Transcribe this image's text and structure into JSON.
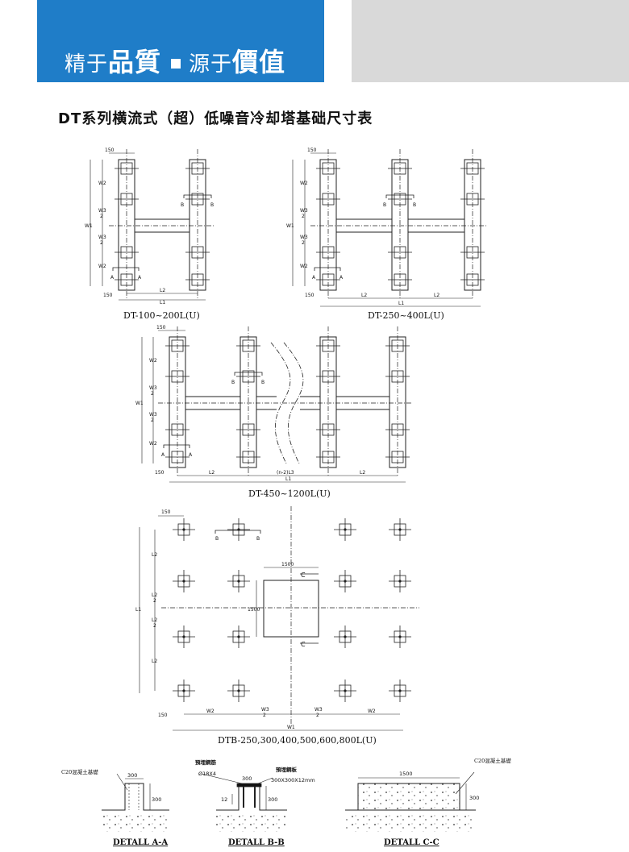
{
  "header": {
    "slogan_part1_small": "精于",
    "slogan_part1_big": "品質",
    "slogan_part2_small": "源于",
    "slogan_part2_big": "價值",
    "left_color": "#1f7dc8",
    "right_color": "#d9d9d9"
  },
  "page_title": "DT系列横流式（超）低噪音冷却塔基础尺寸表",
  "diagrams": {
    "d1": {
      "caption": "DT-100~200L(U)"
    },
    "d2": {
      "caption": "DT-250~400L(U)"
    },
    "d3": {
      "caption": "DT-450~1200L(U)"
    },
    "d4": {
      "caption": "DTB-250,300,400,500,600,800L(U)"
    }
  },
  "labels": {
    "dim150": "150",
    "w1": "W1",
    "w2": "W2",
    "w3_num": "W3",
    "w3_den": "2",
    "l1": "L1",
    "l2": "L2",
    "l2_num": "L2",
    "l2_den": "2",
    "n2l3": "(n-2)L3",
    "a": "A",
    "b": "B",
    "c": "C",
    "dim1500": "1500",
    "dim300": "300",
    "dim12": "12",
    "c20": "C20混凝土基礎",
    "embedded_rebar": "預埋鋼筋",
    "rebar_spec": "Ø18X4",
    "embedded_plate": "預埋鋼板",
    "plate_spec": "300X300X12mm"
  },
  "details": {
    "aa": "DETALL A-A",
    "bb": "DETALL B-B",
    "cc": "DETALL C-C"
  }
}
